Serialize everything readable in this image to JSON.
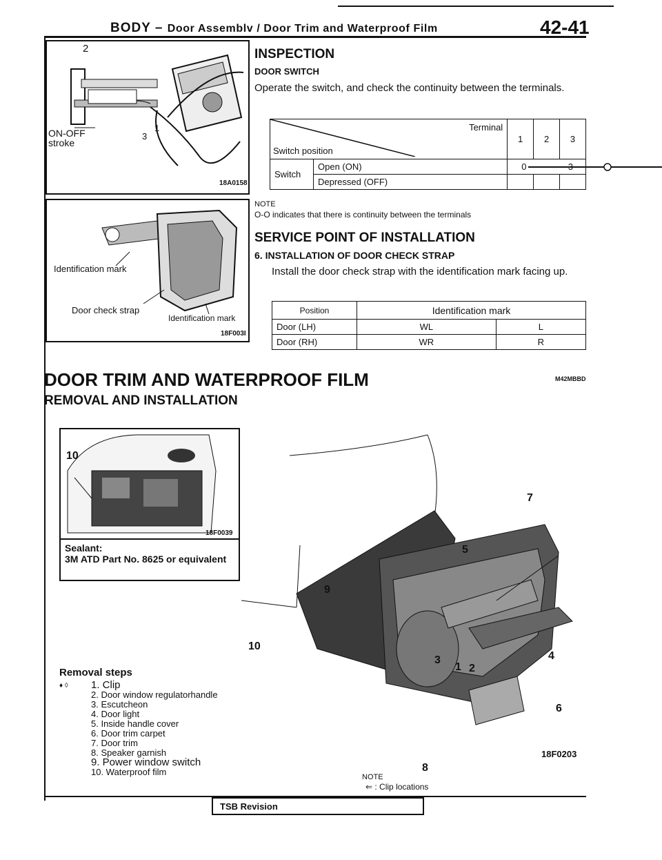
{
  "header": {
    "title": "BODY",
    "separator": "–",
    "subtitle": "Door Assemblv / Door Trim and Waterproof Film",
    "page_number": "42-41"
  },
  "fig1": {
    "labels": {
      "n2": "2",
      "n1": "1",
      "n3": "3",
      "stroke": "ON-OFF stroke"
    },
    "code": "18A0158"
  },
  "fig2": {
    "labels": {
      "id_mark": "Identification mark",
      "strap": "Door check strap",
      "id_mark2": "Identification mark"
    },
    "code": "18F003I"
  },
  "inspection": {
    "title": "INSPECTION",
    "subtitle": "DOOR SWITCH",
    "text": "Operate the switch, and check the continuity between the terminals.",
    "table": {
      "terminal": "Terminal",
      "switch_position": "Switch position",
      "cols": [
        "1",
        "2",
        "3"
      ],
      "row_header": "Switch",
      "rows": [
        "Open (ON)",
        "Depressed (OFF)"
      ],
      "cell_0": "0",
      "cell_2": "3"
    },
    "note_title": "NOTE",
    "note_text": "O-O indicates that there is continuity between the terminals"
  },
  "service": {
    "title": "SERVICE POINT OF INSTALLATION",
    "step": "6. INSTALLATION OF DOOR CHECK STRAP",
    "text": "Install the door check strap with the identification mark facing up.",
    "table": {
      "h1": "Position",
      "h2": "Identification mark",
      "rows": [
        {
          "pos": "Door (LH)",
          "a": "WL",
          "b": "L"
        },
        {
          "pos": "Door (RH)",
          "a": "WR",
          "b": "R"
        }
      ]
    }
  },
  "section2": {
    "title": "DOOR TRIM AND WATERPROOF FILM",
    "code": "M42MBBD",
    "subtitle": "REMOVAL AND INSTALLATION"
  },
  "inset": {
    "code": "18F0039",
    "sealant_1": "Sealant:",
    "sealant_2": "3M ATD Part No. 8625 or equivalent",
    "n10": "10"
  },
  "removal": {
    "title": "Removal steps",
    "mark": "♦ ◊",
    "steps": [
      "1. Clip",
      "2. Door window regulatorhandle",
      "3. Escutcheon",
      "4. Door light",
      "5. Inside handle cover",
      "6. Door trim carpet",
      "7. Door trim",
      "8. Speaker garnish",
      "9. Power window switch",
      "10. Waterproof film"
    ]
  },
  "main_fig": {
    "code": "18F0203",
    "callouts": [
      "7",
      "5",
      "9",
      "10",
      "4",
      "3",
      "1",
      "2",
      "6",
      "8"
    ]
  },
  "bottom_note": {
    "title": "NOTE",
    "text": "⇐ : Clip locations"
  },
  "footer": {
    "tsb": "TSB Revision"
  }
}
